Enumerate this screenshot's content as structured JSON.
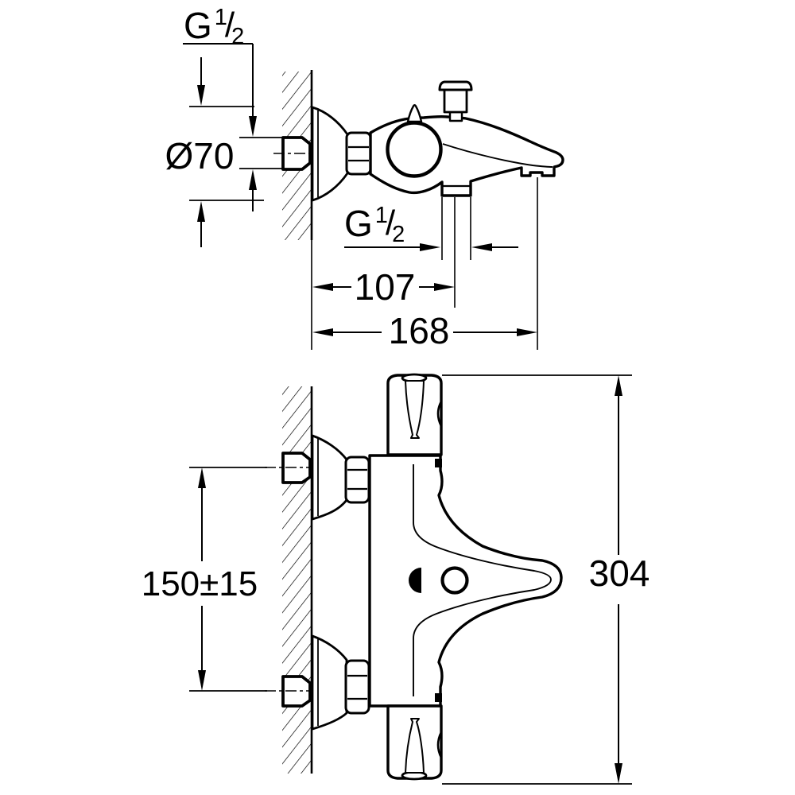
{
  "document": {
    "type": "technical-dimension-drawing",
    "colors": {
      "ink": "#000000",
      "paper": "#ffffff"
    }
  },
  "views": {
    "side_view": {
      "labels": {
        "wall_thread": {
          "prefix": "G",
          "numerator": "1",
          "slash": "/",
          "denominator": "2"
        },
        "escutcheon_diameter": "Ø70",
        "shower_thread": {
          "prefix": "G",
          "numerator": "1",
          "slash": "/",
          "denominator": "2"
        },
        "wall_to_shower_outlet": "107",
        "wall_to_spout_outlet": "168"
      }
    },
    "front_view": {
      "labels": {
        "connection_spacing": "150±15",
        "overall_height": "304"
      }
    }
  }
}
